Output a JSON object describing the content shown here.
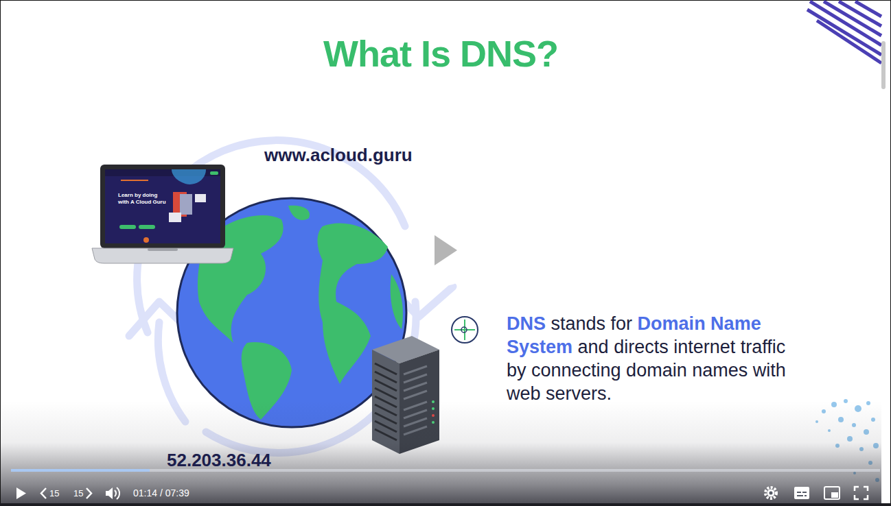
{
  "diagram": {
    "title": "What Is DNS?",
    "labels": [
      "www.acloud.guru",
      "Learn by doing with A Cloud Guru",
      "DNS",
      "stands for",
      "Domain Name System",
      "and directs internet traffic by connecting domain names with web servers.",
      "52.203.36.44",
      "15",
      "15",
      "01:14 / 07:39"
    ]
  }
}
